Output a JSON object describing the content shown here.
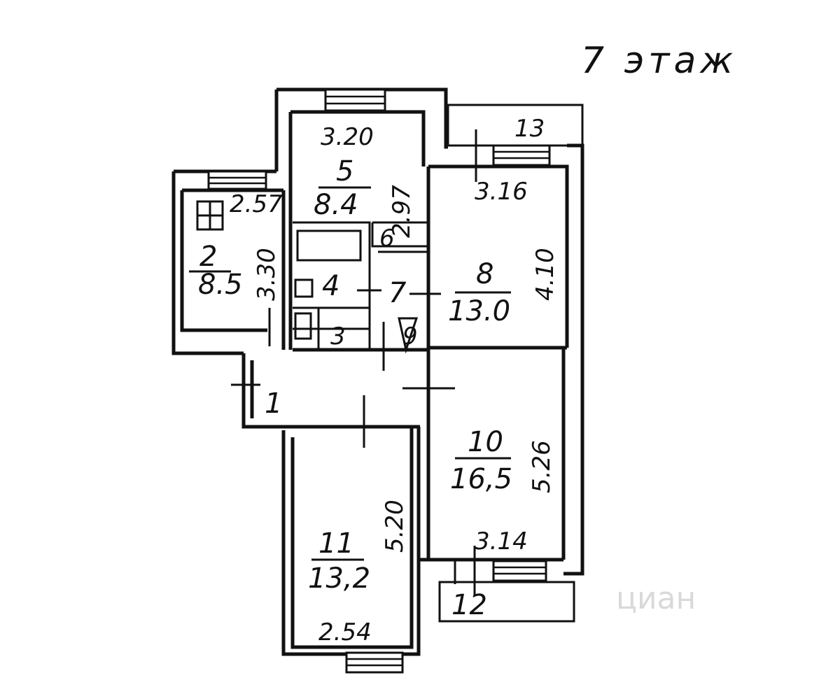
{
  "title": "7 этаж",
  "watermark": "циан",
  "rooms": [
    {
      "id": "1",
      "number": "1",
      "area": ""
    },
    {
      "id": "2",
      "number": "2",
      "area": "8.5"
    },
    {
      "id": "3",
      "number": "3",
      "area": ""
    },
    {
      "id": "4",
      "number": "4",
      "area": ""
    },
    {
      "id": "5",
      "number": "5",
      "area": "8.4"
    },
    {
      "id": "6",
      "number": "6",
      "area": ""
    },
    {
      "id": "7",
      "number": "7",
      "area": ""
    },
    {
      "id": "8",
      "number": "8",
      "area": "13.0"
    },
    {
      "id": "9",
      "number": "9",
      "area": ""
    },
    {
      "id": "10",
      "number": "10",
      "area": "16,5"
    },
    {
      "id": "11",
      "number": "11",
      "area": "13,2"
    },
    {
      "id": "12",
      "number": "12",
      "area": ""
    },
    {
      "id": "13",
      "number": "13",
      "area": ""
    }
  ],
  "dimensions": {
    "room2_width": "2.57",
    "room2_length": "3.30",
    "room5_width": "3.20",
    "room5_length": "2.97",
    "room8_width": "3.16",
    "room8_length": "4.10",
    "room10_length": "5.26",
    "room10_width": "3.14",
    "room11_length": "5.20",
    "room11_width": "2.54"
  }
}
